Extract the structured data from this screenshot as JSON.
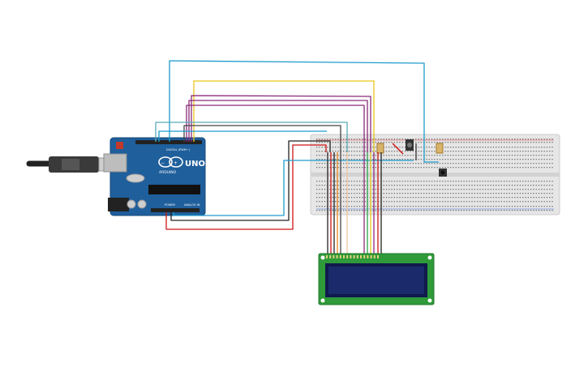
{
  "circuit": {
    "arduino": {
      "brand_word": "ARDUINO",
      "model_word": "UNO",
      "digital_header_text": "DIGITAL (PWM~)",
      "power_header_text": "POWER",
      "analog_header_text": "ANALOG IN"
    },
    "colors": {
      "board": "#1f5f9c",
      "board_edge": "#164a7a",
      "breadboard": "#e6e6e6",
      "lcd_pcb": "#2e9a3a",
      "lcd_screen": "#1b2a6b",
      "wire_blue": "#1e9ccc",
      "wire_yellow": "#e8c51a",
      "wire_purple": "#8a2a7a",
      "wire_red": "#d01515",
      "wire_black": "#222222",
      "wire_green": "#27a24a",
      "wire_orange": "#e88a1e"
    }
  }
}
